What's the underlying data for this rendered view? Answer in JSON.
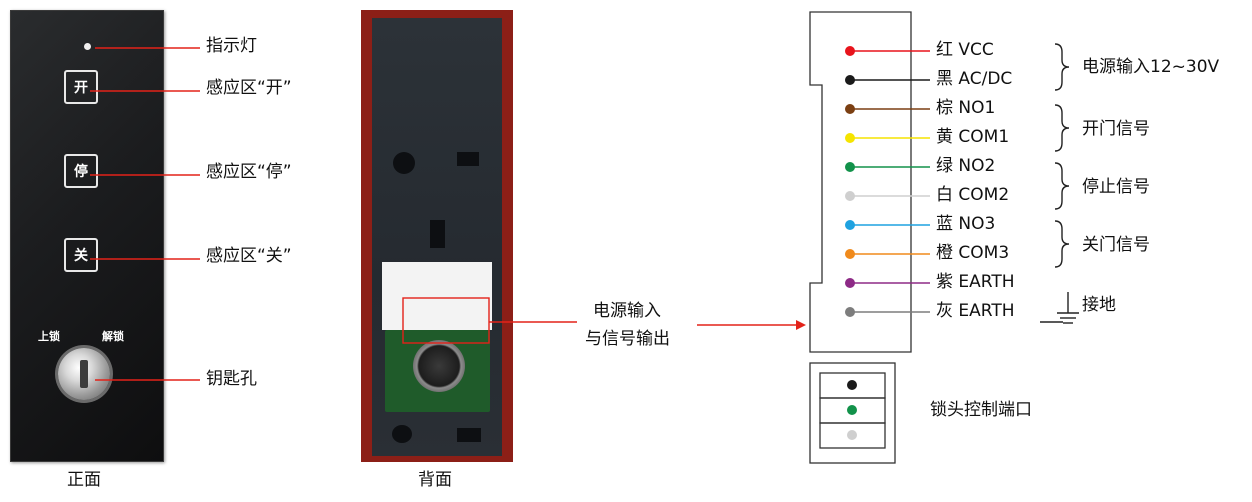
{
  "front": {
    "caption": "正面",
    "btn_open": "开",
    "btn_stop": "停",
    "btn_close": "关",
    "key_lock": "上锁",
    "key_unlock": "解锁",
    "callouts": {
      "indicator": "指示灯",
      "zone_open": "感应区“开”",
      "zone_stop": "感应区“停”",
      "zone_close": "感应区“关”",
      "keyhole": "钥匙孔"
    }
  },
  "back": {
    "caption": "背面",
    "callout_line1": "电源输入",
    "callout_line2": "与信号输出"
  },
  "wires": [
    {
      "label": "红 VCC",
      "color": "#e8141c"
    },
    {
      "label": "黑 AC/DC",
      "color": "#1a1a1a"
    },
    {
      "label": "棕 NO1",
      "color": "#7b3f12"
    },
    {
      "label": "黄 COM1",
      "color": "#f5e400"
    },
    {
      "label": "绿 NO2",
      "color": "#12924a"
    },
    {
      "label": "白 COM2",
      "color": "#cfcfcf"
    },
    {
      "label": "蓝 NO3",
      "color": "#1fa2e0"
    },
    {
      "label": "橙 COM3",
      "color": "#f08a1c"
    },
    {
      "label": "紫 EARTH",
      "color": "#8d2a86"
    },
    {
      "label": "灰 EARTH",
      "color": "#7d7d7d"
    }
  ],
  "groups": {
    "power": "电源输入12~30V",
    "open": "开门信号",
    "stop": "停止信号",
    "close": "关门信号",
    "ground": "接地"
  },
  "lock_port": {
    "label": "锁头控制端口",
    "colors": [
      "#1a1a1a",
      "#12924a",
      "#cfcfcf"
    ]
  }
}
